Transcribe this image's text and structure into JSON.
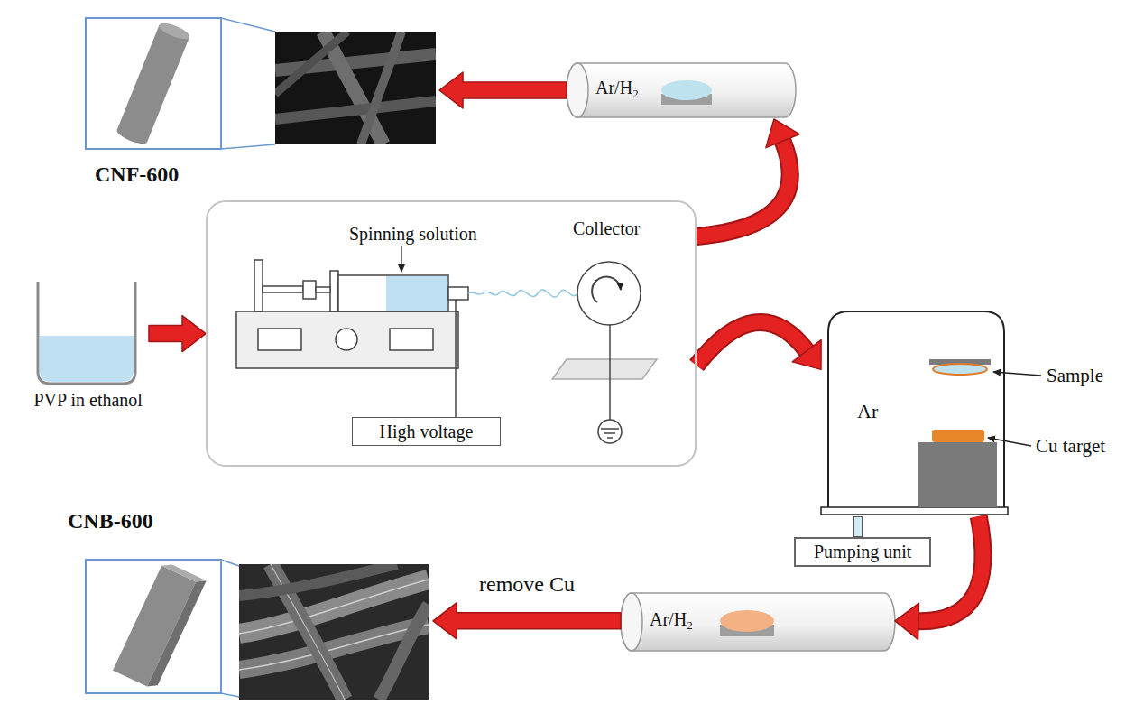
{
  "diagram": {
    "nodes": [
      {
        "text": [
          "CNF-600"
        ]
      },
      {
        "text": [
          "Ar/H₂"
        ]
      },
      {
        "text": [
          "PVP in ethanol"
        ]
      },
      {
        "text": [
          "Spinning solution",
          "Collector"
        ]
      },
      {
        "text": [
          "High voltage"
        ],
        "in": 3
      },
      {
        "text": [
          "Ar"
        ]
      },
      {
        "text": [
          "Pumping unit"
        ]
      },
      {
        "text": [
          "CNB-600"
        ]
      },
      {
        "text": [
          "Ar/H₂"
        ]
      }
    ],
    "edges": [
      {
        "from": 2,
        "to": 3,
        "arrow": "to"
      },
      {
        "from": 3,
        "to": 1,
        "arrow": "to"
      },
      {
        "from": 1,
        "to": 0,
        "arrow": "to"
      },
      {
        "from": 3,
        "to": 5,
        "arrow": "to"
      },
      {
        "from": 5,
        "to": 6,
        "arrow": "none"
      },
      {
        "from": 5,
        "to": 8,
        "arrow": "to"
      },
      {
        "from": 8,
        "to": 7,
        "arrow": "to",
        "label": "remove Cu"
      }
    ],
    "labels": [
      "Sample",
      "Cu target"
    ]
  }
}
